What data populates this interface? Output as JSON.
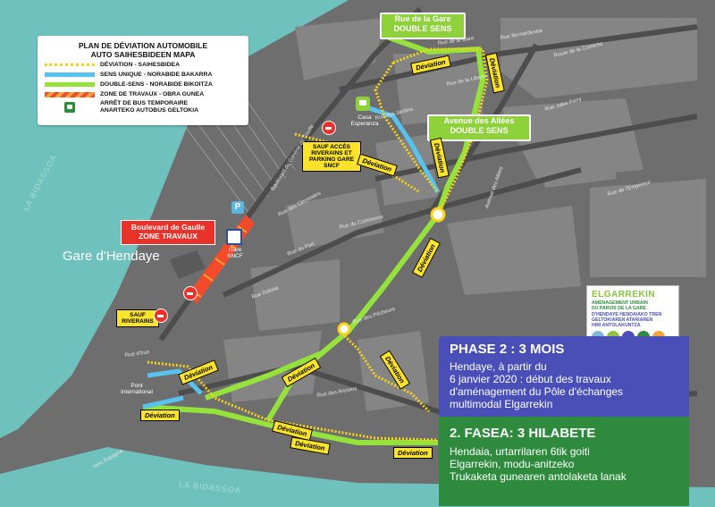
{
  "legend": {
    "title_line1": "PLAN DE DÉVIATION AUTOMOBILE",
    "title_line2": "AUTO SAIHESBIDEEN MAPA",
    "items": [
      {
        "label": "DÉVIATION - SAIHESBIDEA",
        "color": "#f7d31a"
      },
      {
        "label": "SENS UNIQUE - NORABIDE BAKARRA",
        "color": "#58c3ee"
      },
      {
        "label": "DOUBLE-SENS - NORABIDE BIKOITZA",
        "color": "#96e23c"
      },
      {
        "label": "ZONE DE TRAVAUX - OBRA GUNEA",
        "color": "#f24a2a"
      }
    ],
    "bus_line1": "ARRÊT DE BUS TEMPORAIRE",
    "bus_line2": "ANARTEKO AUTOBUS GELTOKIA"
  },
  "callouts": {
    "rue_gare_line1": "Rue de la Gare",
    "rue_gare_line2": "DOUBLE SENS",
    "allees_line1": "Avenue des Allées",
    "allees_line2": "DOUBLE SENS",
    "boulevard_line1": "Boulevard de Gaulle",
    "boulevard_line2": "ZONE TRAVAUX",
    "sauf_acces": "SAUF ACCÈS RIVERAINS ET PARKING GARE SNCF",
    "sauf_riverains": "SAUF RIVERAINS"
  },
  "places": {
    "gare_hendaye": "Gare d'Hendaye",
    "gare_sncf_line1": "Gare",
    "gare_sncf_line2": "SNCF",
    "casa_line1": "Casa",
    "casa_line2": "Esperanza",
    "pont_line1": "Pont",
    "pont_line2": "International",
    "bidassoa": "LA BIDASSOA",
    "parking": "P"
  },
  "streets": [
    {
      "label": "Boulevard du Général de Gaulle"
    },
    {
      "label": "Rue du Commerce"
    },
    {
      "label": "Rue des Citronniers"
    },
    {
      "label": "Rue du Port"
    },
    {
      "label": "Rue Dolosa"
    },
    {
      "label": "Rue des Anciens"
    },
    {
      "label": "Rue des Jardins"
    },
    {
      "label": "Rue de la Liberté"
    },
    {
      "label": "Rue de l'Empereur"
    },
    {
      "label": "Rue de la Gare"
    },
    {
      "label": "Avenue des Allées"
    },
    {
      "label": "Rue Bernardenea"
    },
    {
      "label": "Route de la Corniche"
    },
    {
      "label": "Rue Jules Ferry"
    },
    {
      "label": "Rue des Pêcheurs"
    },
    {
      "label": "Rue d'Irun"
    },
    {
      "label": "Vers Espagne"
    }
  ],
  "deviation_label": "Déviation",
  "phase2": {
    "title": "PHASE 2 : 3 MOIS",
    "text_line1": "Hendaye, à partir du",
    "text_line2": "6 janvier 2020 : début des travaux",
    "text_line3": "d'aménagement du Pôle d'échanges",
    "text_line4": "multimodal Elgarrekin"
  },
  "fasea": {
    "title": "2. FASEA: 3 HILABETE",
    "text_line1": "Hendaia, urtarrilaren 6tik goiti",
    "text_line2": "Elgarrekin, modu-anitzeko",
    "text_line3": "Trukaketa gunearen antolaketa lanak"
  },
  "logo": {
    "title": "ELGARREKIN",
    "line1": "AMÉNAGEMENT URBAIN",
    "line2": "DU PARVIS DE LA GARE",
    "line3": "D'HENDAYE HENDAIAKO TREN",
    "line4": "GELTOKIAREN ATARIAREN",
    "line5": "HIRI ANTOLAKUNTZA"
  },
  "colors": {
    "water": "#6fc1bd",
    "land": "#6e6e6e",
    "block": "#8a8a8a",
    "deviation": "#f7d31a",
    "one_way": "#58c3ee",
    "two_way": "#96e23c",
    "works": "#f24a2a",
    "phase2": "#4a4fb8",
    "fasea": "#2e8b3e"
  }
}
